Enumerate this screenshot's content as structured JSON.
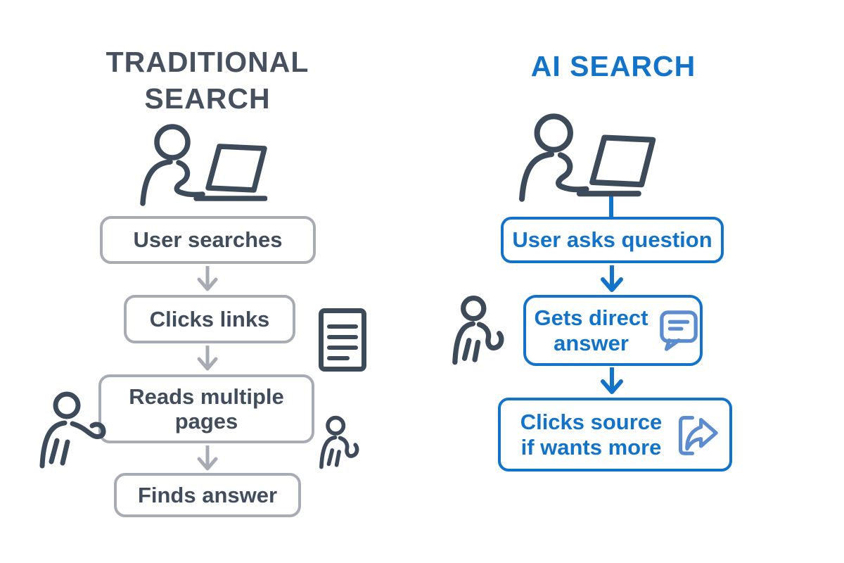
{
  "colors": {
    "dark_slate": "#414d5c",
    "icon_dark": "#3d4a59",
    "gray_line": "#a7acb4",
    "blue": "#1273cb",
    "light_blue": "#5c8cd0",
    "background": "#ffffff"
  },
  "left_column": {
    "title": "TRADITIONAL SEARCH",
    "steps": [
      "User searches",
      "Clicks links",
      "Reads multiple pages",
      "Finds answer"
    ],
    "icons": [
      "person-at-laptop-icon",
      "document-icon",
      "person-pointing-icon",
      "person-waving-icon"
    ]
  },
  "right_column": {
    "title": "AI SEARCH",
    "steps": [
      "User asks question",
      "Gets direct answer",
      "Clicks source if wants more"
    ],
    "icons": [
      "person-at-laptop-icon",
      "person-waving-icon",
      "speech-bubble-icon",
      "share-arrow-icon"
    ]
  }
}
